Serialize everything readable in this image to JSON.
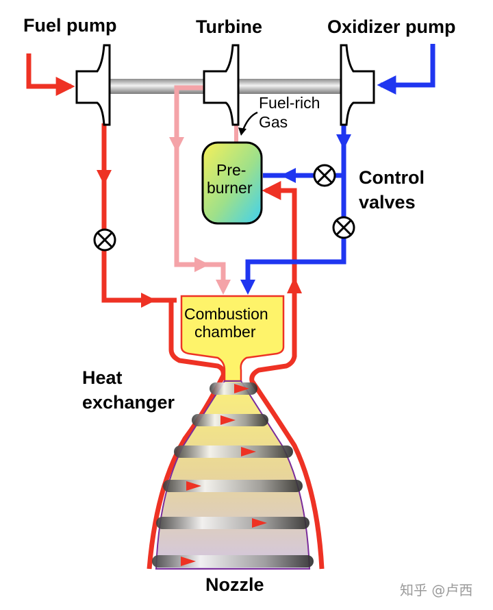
{
  "labels": {
    "fuel_pump": "Fuel pump",
    "turbine": "Turbine",
    "oxidizer_pump": "Oxidizer pump",
    "fuel_rich_line1": "Fuel-rich",
    "fuel_rich_line2": "Gas",
    "preburner_line1": "Pre-",
    "preburner_line2": "burner",
    "control_line1": "Control",
    "control_line2": "valves",
    "chamber_line1": "Combustion",
    "chamber_line2": "chamber",
    "heat_line1": "Heat",
    "heat_line2": "exchanger",
    "nozzle": "Nozzle"
  },
  "watermark": "知乎 @卢西",
  "colors": {
    "fuel": "#ee3224",
    "fuel_rich_gas": "#f4a3a8",
    "oxidizer": "#1f36f0",
    "chamber_fill": "#fef36a",
    "shaft": "#b9b9b9"
  }
}
